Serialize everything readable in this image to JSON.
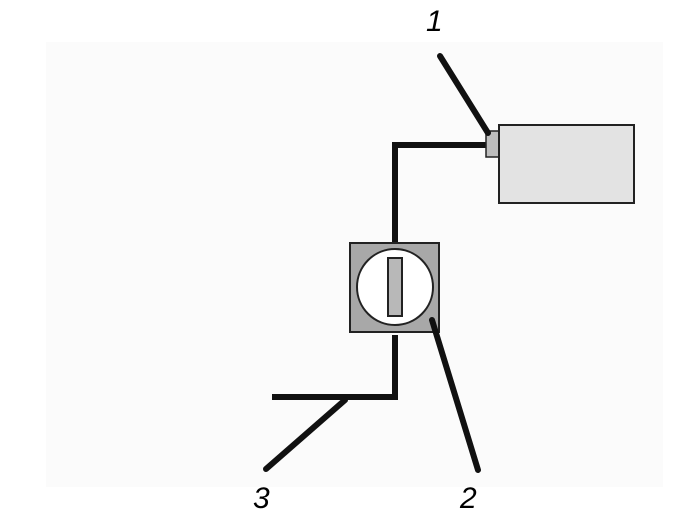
{
  "colors": {
    "background": "#ffffff",
    "panel": "#fbfbfb",
    "wire": "#111111",
    "device_fill": "#e3e3e3",
    "switch_plate": "#a8a8a8",
    "switch_dial": "#ffffff",
    "switch_slot": "#b8b8b8",
    "connector": "#bdbdbd",
    "outline": "#222222",
    "callout_text": "#000000"
  },
  "callouts": {
    "one": "1",
    "two": "2",
    "three": "3"
  },
  "icons": [
    "device-box",
    "rotary-switch",
    "wire-connector"
  ]
}
